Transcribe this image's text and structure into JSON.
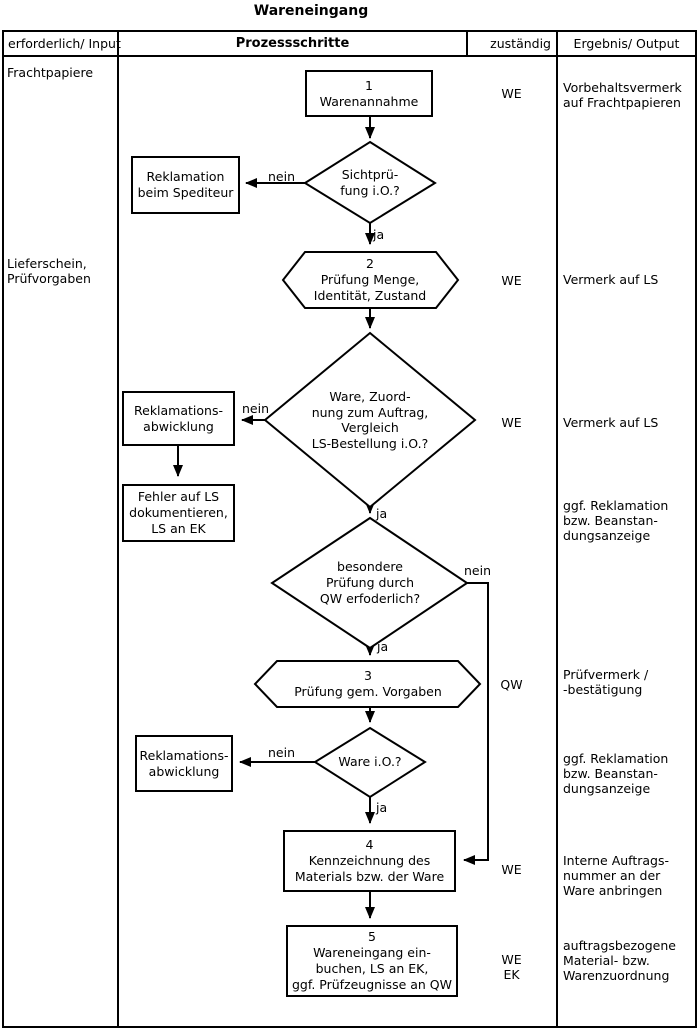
{
  "title": "Wareneingang",
  "header": {
    "input": "erforderlich/ Input",
    "process": "Prozessschritte",
    "responsible": "zuständig",
    "output": "Ergebnis/ Output"
  },
  "inputs": {
    "frachtpapiere": "Frachtpapiere",
    "lieferschein": "Lieferschein,\nPrüfvorgaben"
  },
  "nodes": {
    "step1": "1\nWarenannahme",
    "decision_sichtpruefung": "Sichtprü-\nfung i.O.?",
    "reklamation_spediteur": "Reklamation\nbeim Spediteur",
    "step2": "2\nPrüfung Menge,\nIdentität, Zustand",
    "decision_zuordnung": "Ware, Zuord-\nnung zum Auftrag,\nVergleich\nLS-Bestellung i.O.?",
    "reklamationsabwicklung_1": "Reklamations-\nabwicklung",
    "fehler_ls": "Fehler auf LS\ndokumentieren,\nLS an EK",
    "decision_qw": "besondere\nPrüfung durch\nQW erfoderlich?",
    "step3": "3\nPrüfung gem. Vorgaben",
    "decision_ware_io": "Ware i.O.?",
    "reklamationsabwicklung_2": "Reklamations-\nabwicklung",
    "step4": "4\nKennzeichnung des\nMaterials bzw. der Ware",
    "step5": "5\nWareneingang ein-\nbuchen, LS an EK,\nggf. Prüfzeugnisse an QW"
  },
  "edge_labels": {
    "yes": "ja",
    "no": "nein"
  },
  "responsible": {
    "step1": "WE",
    "step2": "WE",
    "decision_zuordnung": "WE",
    "step3": "QW",
    "step4": "WE",
    "step5": "WE\nEK"
  },
  "outputs": {
    "o1": "Vorbehaltsvermerk\nauf Frachtpapieren",
    "o2": "Vermerk auf LS",
    "o3": "Vermerk auf LS",
    "o4": "ggf. Reklamation\nbzw. Beanstan-\ndungsanzeige",
    "o5": "Prüfvermerk /\n-bestätigung",
    "o6": "ggf. Reklamation\nbzw. Beanstan-\ndungsanzeige",
    "o7": "Interne Auftrags-\nnummer an der\nWare anbringen",
    "o8": "auftragsbezogene\nMaterial- bzw.\nWarenzuordnung"
  },
  "colors": {
    "line": "#000000",
    "background": "#ffffff"
  }
}
